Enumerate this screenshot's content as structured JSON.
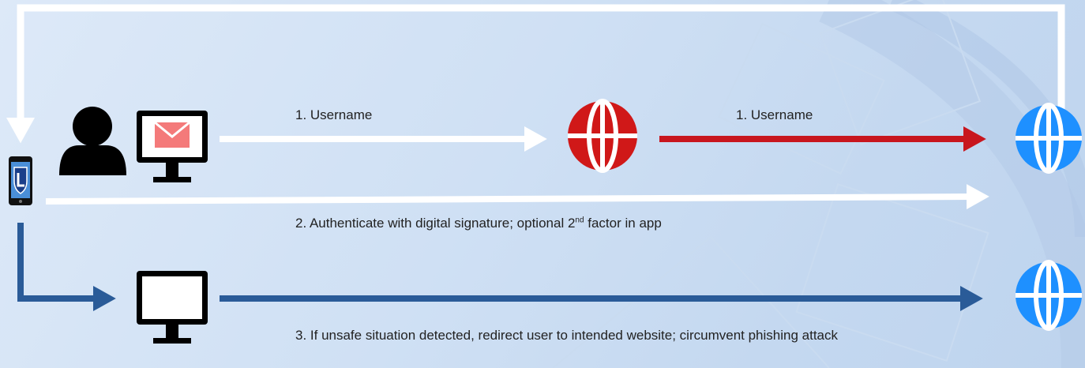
{
  "labels": {
    "username_1": "1. Username",
    "username_2": "1. Username",
    "authenticate_main": "2. Authenticate with digital signature; optional 2",
    "authenticate_sup": "nd",
    "authenticate_tail": " factor in app",
    "redirect": "3. If unsafe situation detected, redirect user to intended website; circumvent phishing attack"
  },
  "colors": {
    "white_arrow": "#ffffff",
    "phishing_red": "#c8161e",
    "redirect_blue": "#2a5b98",
    "legit_globe_blue": "#1e90ff",
    "phishing_globe_red": "#d01818",
    "envelope": "#f47a7a"
  },
  "icons": [
    "user-icon",
    "monitor-with-mail-icon",
    "phone-app-icon",
    "phishing-globe-icon",
    "legit-globe-icon",
    "monitor-icon",
    "target-globe-icon"
  ]
}
